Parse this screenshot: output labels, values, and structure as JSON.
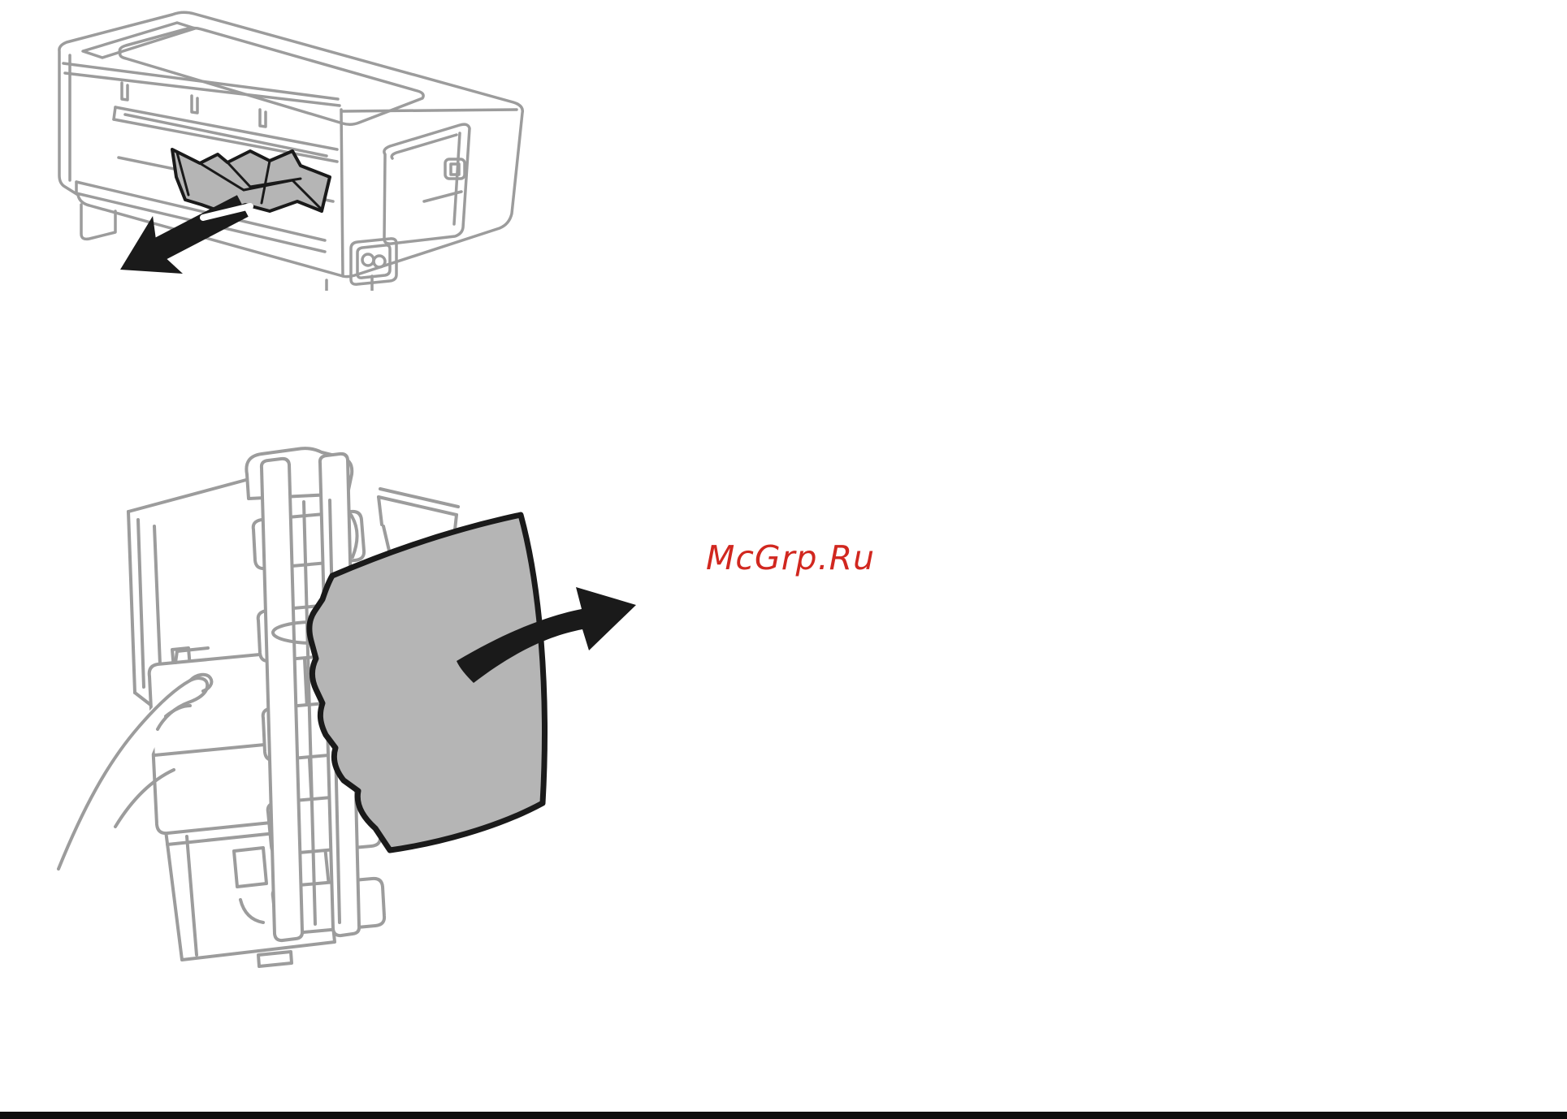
{
  "watermark": {
    "text": "McGrp.Ru",
    "color": "#d1271f"
  },
  "figures": {
    "step1": {
      "name": "printer-rear-jammed-paper-illustration"
    },
    "step2": {
      "name": "rear-cover-unit-paper-removal-illustration"
    }
  },
  "colors": {
    "background": "#ffffff",
    "line_gray": "#9c9c9c",
    "paper_fill_gray": "#b5b5b5",
    "outline_black": "#1a1a1a",
    "watermark_red": "#d1271f",
    "footer_bar_black": "#0d0d0d"
  }
}
